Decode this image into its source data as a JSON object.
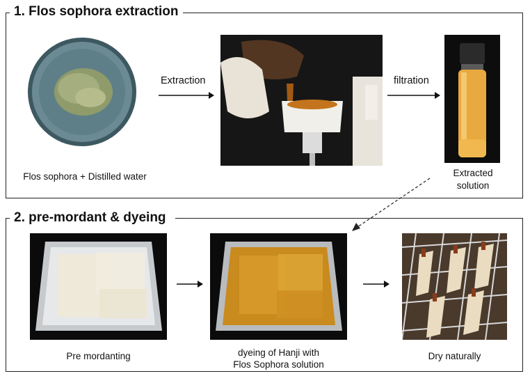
{
  "sections": [
    {
      "title": "1. Flos sophora extraction"
    },
    {
      "title": "2. pre-mordant & dyeing"
    }
  ],
  "step1": {
    "labels": {
      "ingredients": "Flos sophora + Distilled water",
      "extraction": "Extraction",
      "filtration": "filtration",
      "extracted_line1": "Extracted",
      "extracted_line2": "solution"
    }
  },
  "step2": {
    "labels": {
      "pre_mordanting": "Pre mordanting",
      "dyeing_line1": "dyeing of Hanji with",
      "dyeing_line2": "Flos Sophora solution",
      "dry": "Dry naturally"
    }
  },
  "colors": {
    "extract": "#d89a2a",
    "petri": "#5f7f88",
    "tray": "#b8bcc0"
  }
}
